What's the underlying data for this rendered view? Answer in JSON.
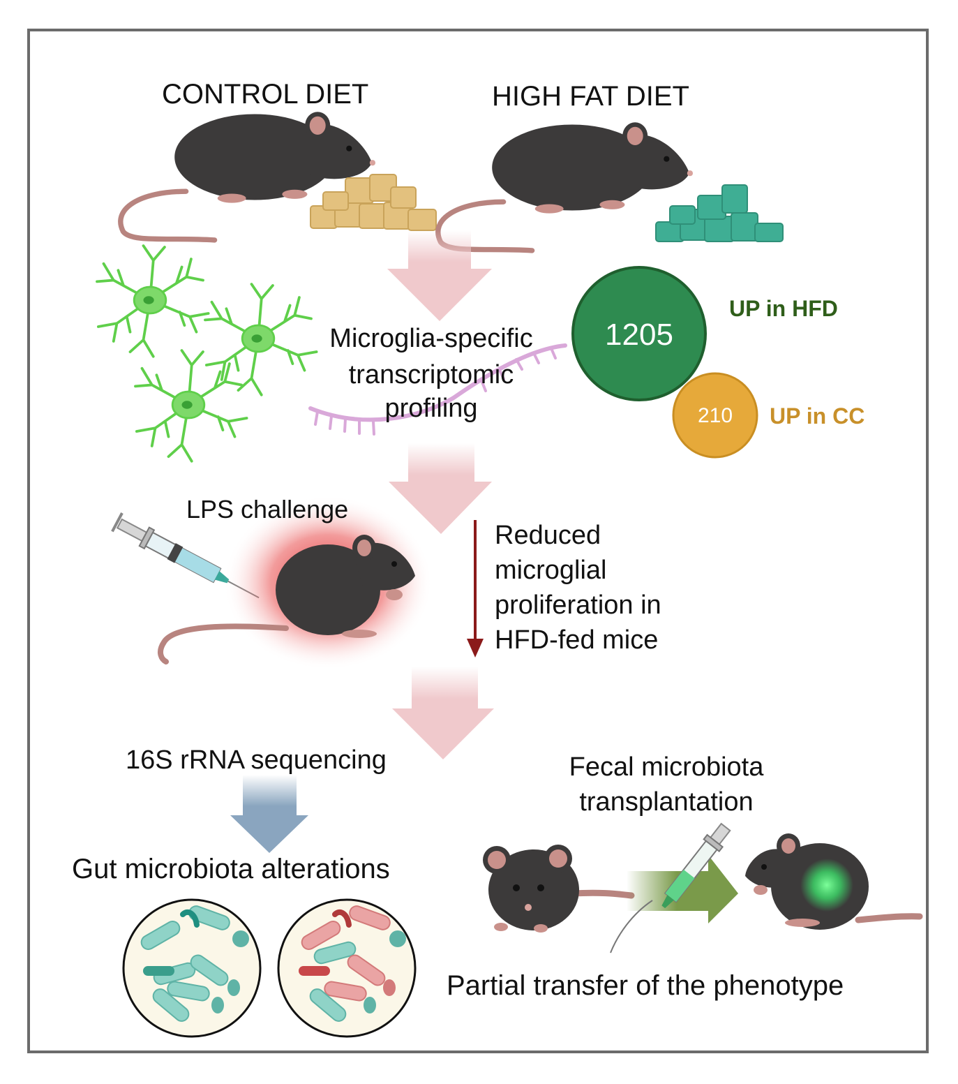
{
  "labels": {
    "control_diet": "CONTROL DIET",
    "high_fat_diet": "HIGH FAT DIET",
    "profiling_line1": "Microglia-specific",
    "profiling_line2": "transcriptomic",
    "profiling_line3": "profiling",
    "lps": "LPS challenge",
    "reduced_line1": "Reduced",
    "reduced_line2": "microglial",
    "reduced_line3": "proliferation in",
    "reduced_line4": "HFD-fed mice",
    "sequencing": "16S rRNA sequencing",
    "gut": "Gut microbiota alterations",
    "fmt_line1": "Fecal microbiota",
    "fmt_line2": "transplantation",
    "partial": "Partial transfer of the phenotype"
  },
  "degs": {
    "hfd_count": "1205",
    "hfd_label": "UP in HFD",
    "cc_count": "210",
    "cc_label": "UP in CC"
  },
  "colors": {
    "hfd_green": "#2e8b50",
    "hfd_text": "#2f5e1a",
    "cc_orange": "#e6a93a",
    "cc_text": "#c8902a",
    "flow_arrow": "#f0c9cc",
    "blue_arrow": "#8aa5bf",
    "dark_red_arrow": "#8b1a1a",
    "microglia": "#5fcf4a"
  }
}
